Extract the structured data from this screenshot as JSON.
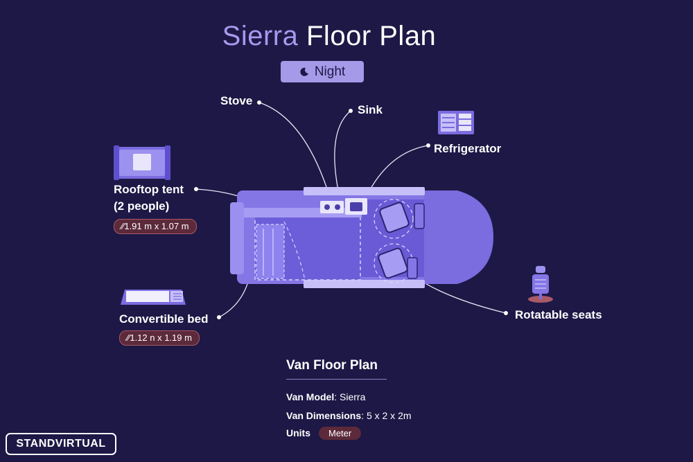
{
  "title": {
    "part1": "Sierra",
    "part2": "Floor Plan"
  },
  "mode": {
    "icon": "moon-icon",
    "label": "Night"
  },
  "labels": {
    "stove": "Stove",
    "sink": "Sink",
    "refrigerator": "Refrigerator",
    "rooftop_tent_line1": "Rooftop tent",
    "rooftop_tent_line2": "(2 people)",
    "rooftop_tent_dims": "1.91 m x 1.07 m",
    "convertible_bed": "Convertible bed",
    "convertible_bed_dims": "1.12  n x 1.19 m",
    "rotatable_seats": "Rotatable seats"
  },
  "info": {
    "title": "Van Floor Plan",
    "model_key": "Van Model",
    "model_value": "Sierra",
    "dims_key": "Van Dimensions",
    "dims_value": "5 x 2 x 2m",
    "units_key": "Units",
    "units_value": "Meter"
  },
  "logo": {
    "text": "STANDVIRTUAL"
  },
  "colors": {
    "background": "#1e1846",
    "accent": "#a59ae8",
    "van": "#7b6ce0",
    "badge": "#5c2a3a"
  }
}
